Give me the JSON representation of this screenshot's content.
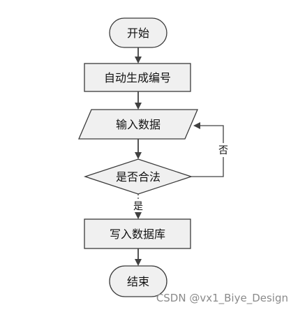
{
  "nodes": {
    "start": "开始",
    "autonumber": "自动生成编号",
    "input": "输入数据",
    "decision": "是否合法",
    "write": "写入数据库",
    "end": "结束"
  },
  "edges": {
    "yes": "是",
    "no": "否"
  },
  "watermark": "CSDN @vx1_Biye_Design",
  "colors": {
    "node_fill": "#f0f0f0",
    "stroke": "#3a3a3a",
    "edge": "#404040",
    "watermark": "#8a8a8a"
  }
}
